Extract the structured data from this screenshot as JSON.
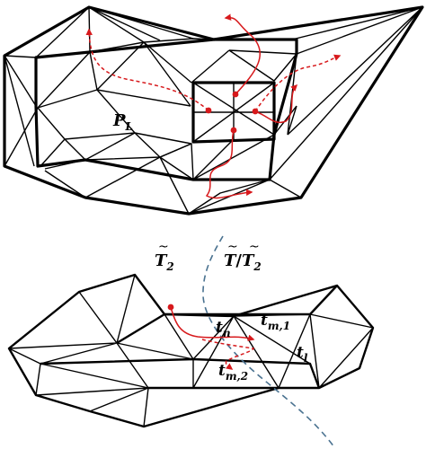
{
  "labels": {
    "polygon_top": "P",
    "polygon_top_sub": "L",
    "t2_left": "T",
    "t2_left_sub": "2",
    "t2_right_num": "T",
    "t2_right_den": "T",
    "t2_right_den_sub": "2",
    "tn": "t",
    "tn_sub": "n",
    "tm1": "t",
    "tm1_sub": "m,1",
    "tm2": "t",
    "tm2_sub": "m,2",
    "tl": "t",
    "tl_sub": "l"
  },
  "colors": {
    "edge": "#000000",
    "trajectory": "#d7191c",
    "cut_line": "#4a7290"
  }
}
